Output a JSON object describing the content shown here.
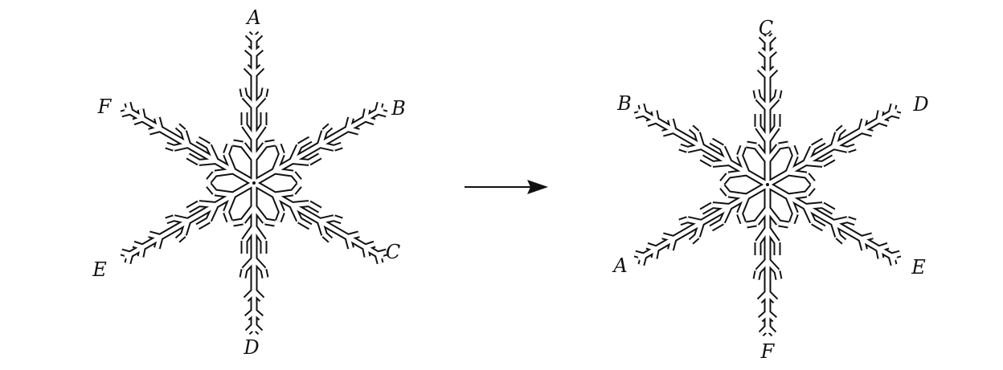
{
  "before": {
    "labels": {
      "top": "A",
      "upper_right": "B",
      "lower_right": "C",
      "bottom": "D",
      "lower_left": "E",
      "upper_left": "F"
    }
  },
  "after": {
    "labels": {
      "top": "C",
      "upper_right": "D",
      "lower_right": "E",
      "bottom": "F",
      "lower_left": "A",
      "upper_left": "B"
    }
  },
  "colors": {
    "ink": "#111111",
    "background": "#ffffff"
  }
}
